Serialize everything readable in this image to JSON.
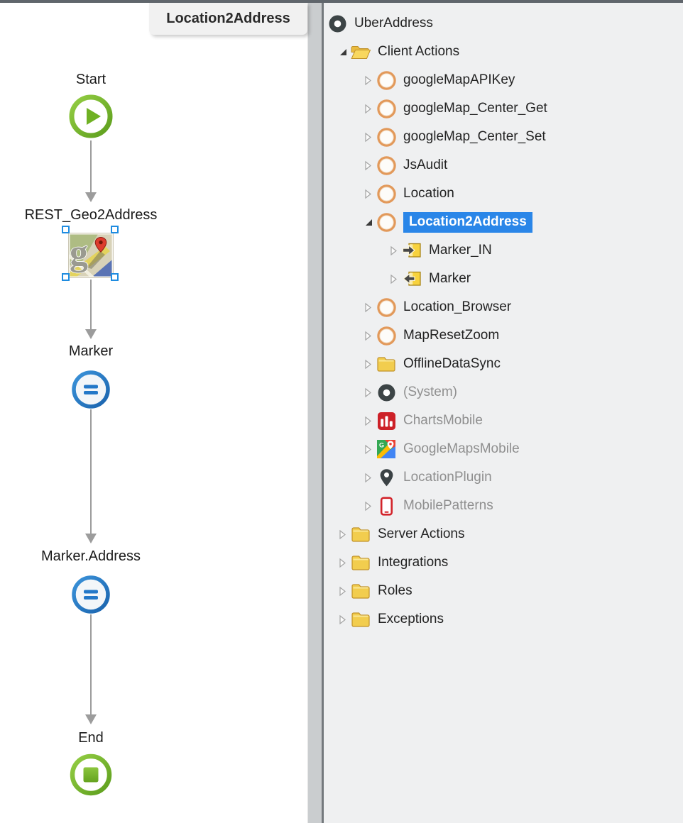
{
  "canvas": {
    "tab_label": "Location2Address"
  },
  "flow": {
    "nodes": [
      {
        "id": "start",
        "type": "start",
        "label": "Start",
        "icon": "start-icon",
        "selected": false
      },
      {
        "id": "rest",
        "type": "rest",
        "label": "REST_Geo2Address",
        "icon": "google-maps-rest-icon",
        "selected": true
      },
      {
        "id": "assign1",
        "type": "assign",
        "label": "Marker",
        "icon": "assign-icon",
        "selected": false
      },
      {
        "id": "assign2",
        "type": "assign",
        "label": "Marker.Address",
        "icon": "assign-icon",
        "selected": false
      },
      {
        "id": "end",
        "type": "end",
        "label": "End",
        "icon": "end-icon",
        "selected": false
      }
    ]
  },
  "tree": {
    "items": [
      {
        "label": "UberAddress",
        "icon": "module-icon",
        "level": 0,
        "arrow": "none",
        "muted": false,
        "selected": false
      },
      {
        "label": "Client Actions",
        "icon": "folder-open-icon",
        "level": 1,
        "arrow": "expanded",
        "muted": false,
        "selected": false
      },
      {
        "label": "googleMapAPIKey",
        "icon": "client-action-icon",
        "level": 2,
        "arrow": "collapsed",
        "muted": false,
        "selected": false
      },
      {
        "label": "googleMap_Center_Get",
        "icon": "client-action-icon",
        "level": 2,
        "arrow": "collapsed",
        "muted": false,
        "selected": false
      },
      {
        "label": "googleMap_Center_Set",
        "icon": "client-action-icon",
        "level": 2,
        "arrow": "collapsed",
        "muted": false,
        "selected": false
      },
      {
        "label": "JsAudit",
        "icon": "client-action-icon",
        "level": 2,
        "arrow": "collapsed",
        "muted": false,
        "selected": false
      },
      {
        "label": "Location",
        "icon": "client-action-icon",
        "level": 2,
        "arrow": "collapsed",
        "muted": false,
        "selected": false
      },
      {
        "label": "Location2Address",
        "icon": "client-action-icon",
        "level": 2,
        "arrow": "expanded",
        "muted": false,
        "selected": true
      },
      {
        "label": "Marker_IN",
        "icon": "input-parameter-icon",
        "level": 3,
        "arrow": "collapsed",
        "muted": false,
        "selected": false
      },
      {
        "label": "Marker",
        "icon": "output-parameter-icon",
        "level": 3,
        "arrow": "collapsed",
        "muted": false,
        "selected": false
      },
      {
        "label": "Location_Browser",
        "icon": "client-action-icon",
        "level": 2,
        "arrow": "collapsed",
        "muted": false,
        "selected": false
      },
      {
        "label": "MapResetZoom",
        "icon": "client-action-icon",
        "level": 2,
        "arrow": "collapsed",
        "muted": false,
        "selected": false
      },
      {
        "label": "OfflineDataSync",
        "icon": "folder-icon",
        "level": 2,
        "arrow": "collapsed",
        "muted": false,
        "selected": false
      },
      {
        "label": "(System)",
        "icon": "module-icon",
        "level": 2,
        "arrow": "collapsed",
        "muted": true,
        "selected": false
      },
      {
        "label": "ChartsMobile",
        "icon": "charts-icon",
        "level": 2,
        "arrow": "collapsed",
        "muted": true,
        "selected": false
      },
      {
        "label": "GoogleMapsMobile",
        "icon": "google-maps-icon",
        "level": 2,
        "arrow": "collapsed",
        "muted": true,
        "selected": false
      },
      {
        "label": "LocationPlugin",
        "icon": "location-pin-icon",
        "level": 2,
        "arrow": "collapsed",
        "muted": true,
        "selected": false
      },
      {
        "label": "MobilePatterns",
        "icon": "mobile-phone-icon",
        "level": 2,
        "arrow": "collapsed",
        "muted": true,
        "selected": false
      },
      {
        "label": "Server Actions",
        "icon": "folder-icon",
        "level": 1,
        "arrow": "collapsed",
        "muted": false,
        "selected": false
      },
      {
        "label": "Integrations",
        "icon": "folder-icon",
        "level": 1,
        "arrow": "collapsed",
        "muted": false,
        "selected": false
      },
      {
        "label": "Roles",
        "icon": "folder-icon",
        "level": 1,
        "arrow": "collapsed",
        "muted": false,
        "selected": false
      },
      {
        "label": "Exceptions",
        "icon": "folder-icon",
        "level": 1,
        "arrow": "collapsed",
        "muted": false,
        "selected": false
      }
    ]
  },
  "colors": {
    "selection_highlight": "#2a86e8",
    "selection_handle_blue": "#1f8ce0",
    "flow_green": "#74b32a",
    "assign_blue": "#2478c8",
    "connector_gray": "#9c9c9c",
    "tree_background": "#eff0f1",
    "splitter_gray": "#cacdcf",
    "folder_yellow": "#f2cd4e",
    "client_action_orange": "#e2995a",
    "muted_text": "#8f8f8f"
  }
}
